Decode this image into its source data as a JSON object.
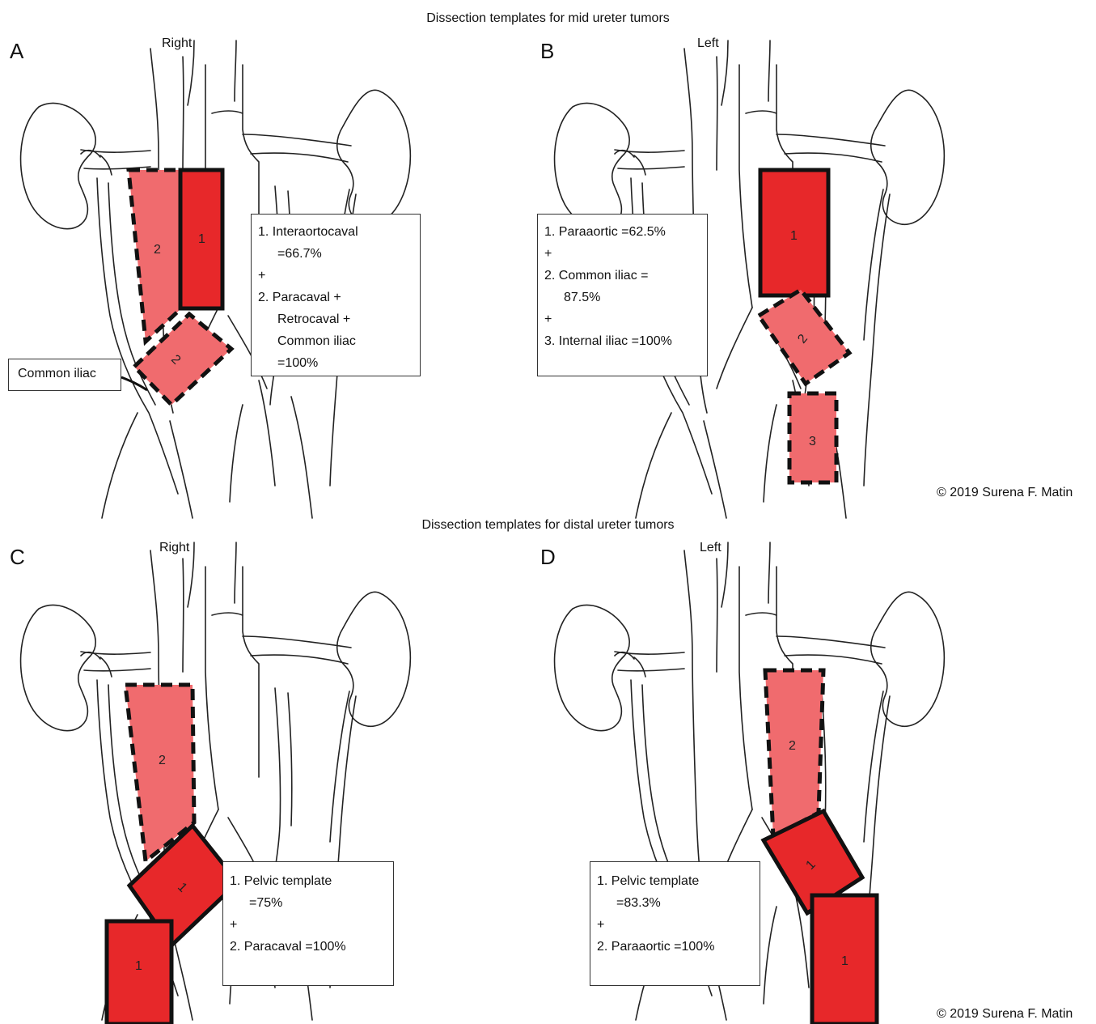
{
  "titles": {
    "mid": "Dissection templates for mid ureter tumors",
    "distal": "Dissection templates for distal ureter tumors"
  },
  "panels": {
    "A": {
      "letter": "A",
      "side": "Right"
    },
    "B": {
      "letter": "B",
      "side": "Left"
    },
    "C": {
      "letter": "C",
      "side": "Right"
    },
    "D": {
      "letter": "D",
      "side": "Left"
    }
  },
  "callout_A": "Common iliac",
  "legend_A": [
    "1. Interaortocaval",
    "=66.7%",
    "+",
    "2. Paracaval +",
    "Retrocaval +",
    "Common iliac",
    "=100%"
  ],
  "legend_B": [
    "1. Paraaortic =62.5%",
    "+",
    "2. Common iliac =",
    "87.5%",
    "+",
    "3. Internal iliac =100%"
  ],
  "legend_C": [
    "1. Pelvic template",
    "=75%",
    "+",
    "2. Paracaval =100%"
  ],
  "legend_D": [
    "1. Pelvic template",
    "=83.3%",
    "+",
    "2. Paraaortic =100%"
  ],
  "zone_numbers": {
    "one": "1",
    "two": "2",
    "three": "3"
  },
  "copyright": "© 2019 Surena F. Matin",
  "colors": {
    "dark_zone": "#e7282a",
    "light_zone": "#f06b6e",
    "outline": "#111111"
  }
}
